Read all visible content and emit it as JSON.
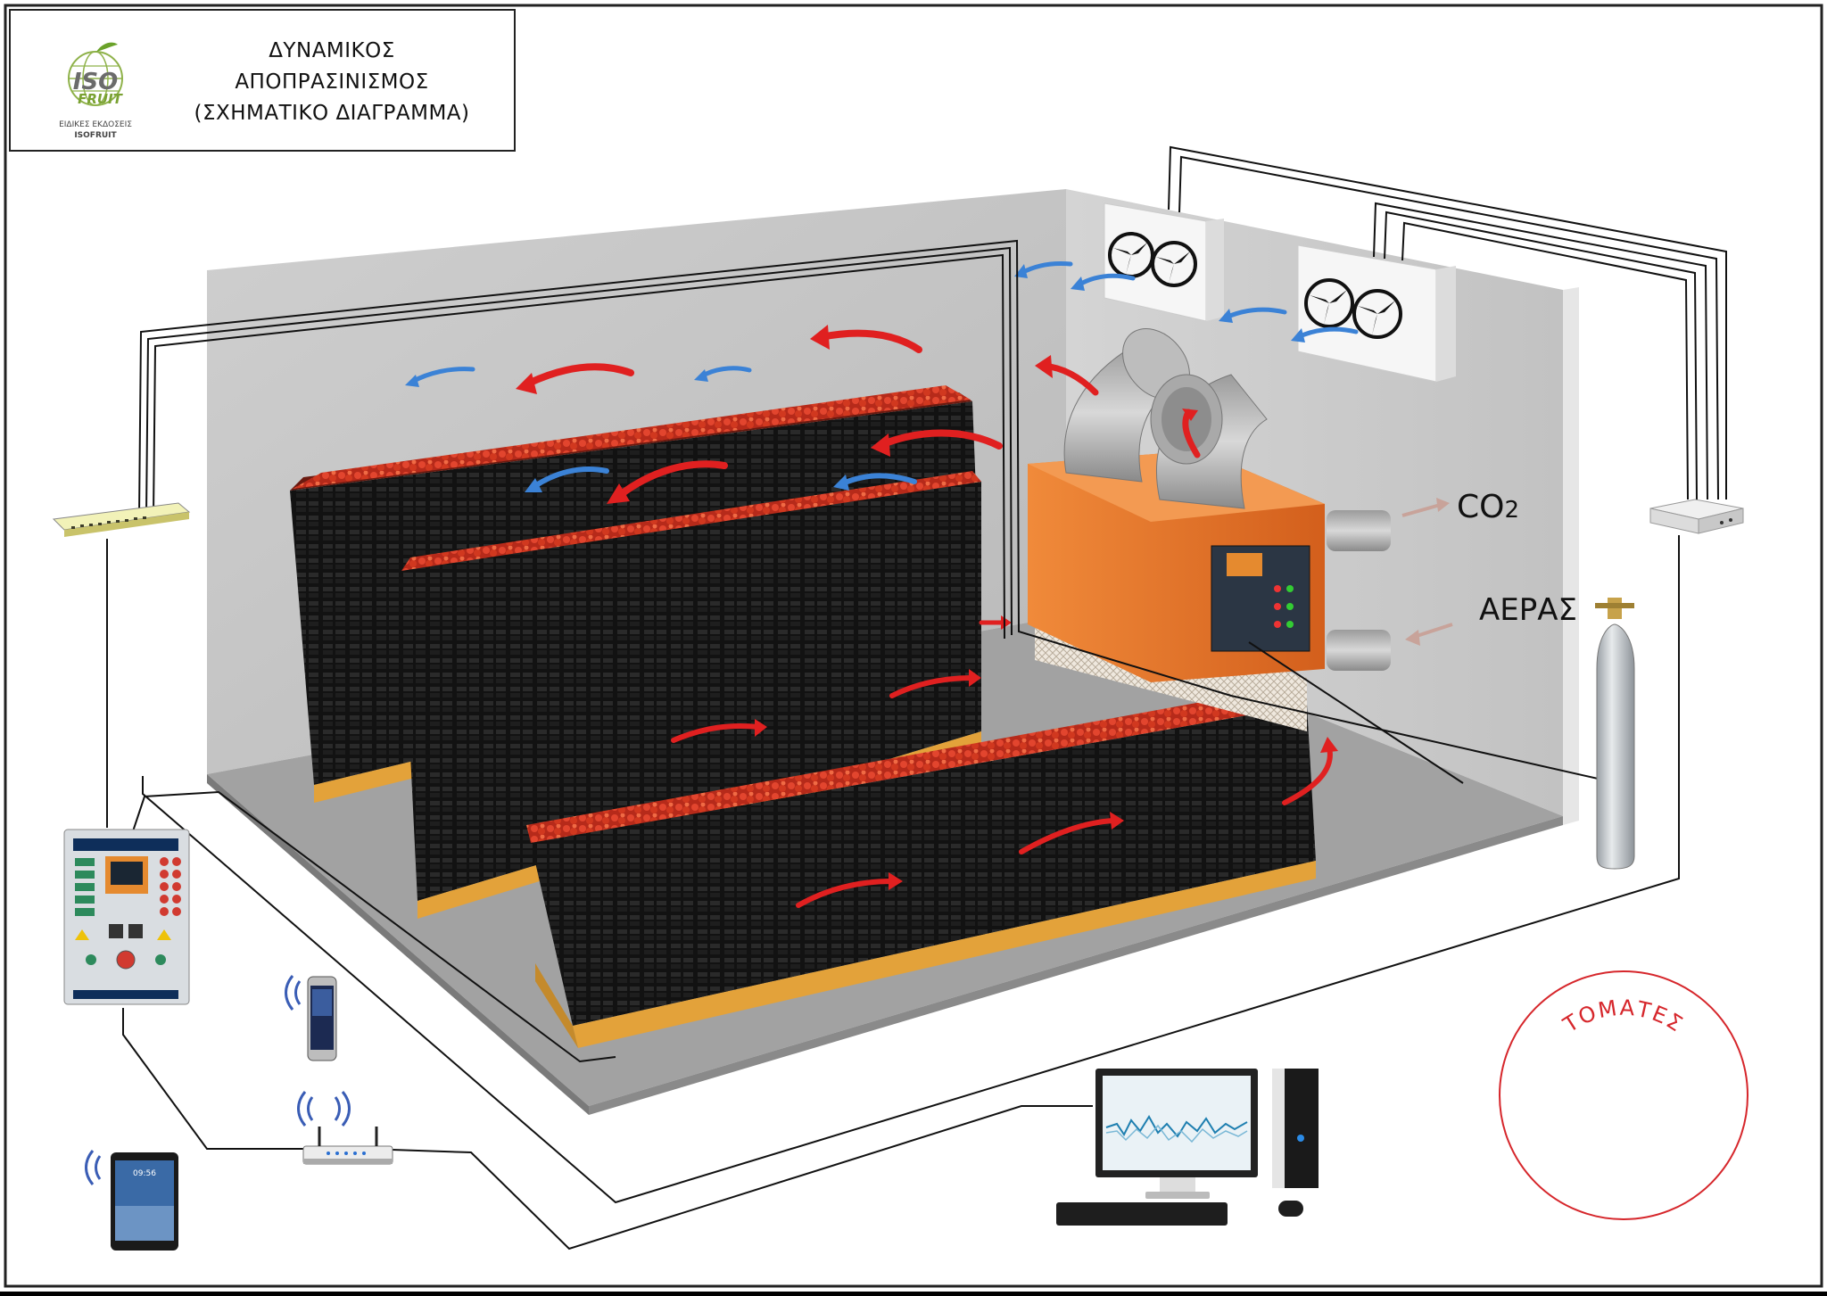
{
  "title": {
    "lines": [
      "ΔΥΝΑΜΙΚΟΣ",
      "ΑΠΟΠΡΑΣΙΝΙΣΜΟΣ",
      "(ΣΧΗΜΑΤΙΚΟ ΔΙΑΓΡΑΜΜΑ)"
    ]
  },
  "logo": {
    "main": "ISO",
    "sub": "FRUIT",
    "caption1": "ΕΙΔΙΚΕΣ ΕΚΔΟΣΕΙΣ",
    "caption2": "ISOFRUIT"
  },
  "labels": {
    "co2_main": "CO",
    "co2_sub": "2",
    "air": "ΑΕΡΑΣ"
  },
  "product": {
    "name": "ΤΟΜΑΤΕΣ"
  },
  "devices": {
    "tablet_time": "09:56"
  },
  "colors": {
    "room_wall": "#c8c8c8",
    "room_floor": "#9a9a9a",
    "generator_orange": "#e8732a",
    "pallet_wood": "#e3a23a",
    "arrow_red": "#e02020",
    "arrow_blue": "#3b82d6",
    "accent_red": "#d6262b"
  },
  "icons": [
    "logo-globe-icon",
    "fan-icon",
    "elbow-duct-icon",
    "network-switch-icon",
    "control-panel-icon",
    "smartphone-icon",
    "tablet-icon",
    "wifi-router-icon",
    "desktop-computer-icon",
    "gas-cylinder-icon",
    "tomato-icon"
  ]
}
